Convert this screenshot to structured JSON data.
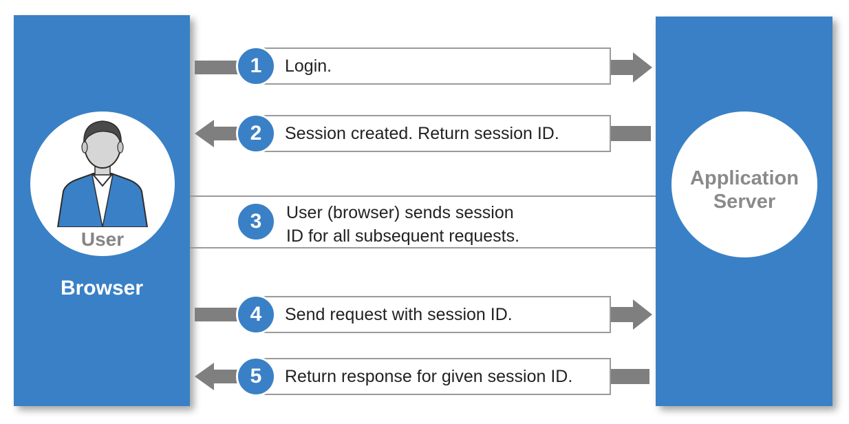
{
  "browser": {
    "user_label": "User",
    "browser_label": "Browser"
  },
  "server": {
    "label_line1": "Application",
    "label_line2": "Server"
  },
  "steps": [
    {
      "number": "1",
      "text": "Login."
    },
    {
      "number": "2",
      "text": "Session created. Return session ID."
    },
    {
      "number": "3",
      "line1": "User (browser) sends session",
      "line2": "ID for all subsequent requests."
    },
    {
      "number": "4",
      "text": "Send request with session ID."
    },
    {
      "number": "5",
      "text": "Return response for given session ID."
    }
  ],
  "colors": {
    "panel_blue": "#3a80c6",
    "arrow_gray": "#7f7f7f",
    "box_border": "#9a9a9a"
  }
}
